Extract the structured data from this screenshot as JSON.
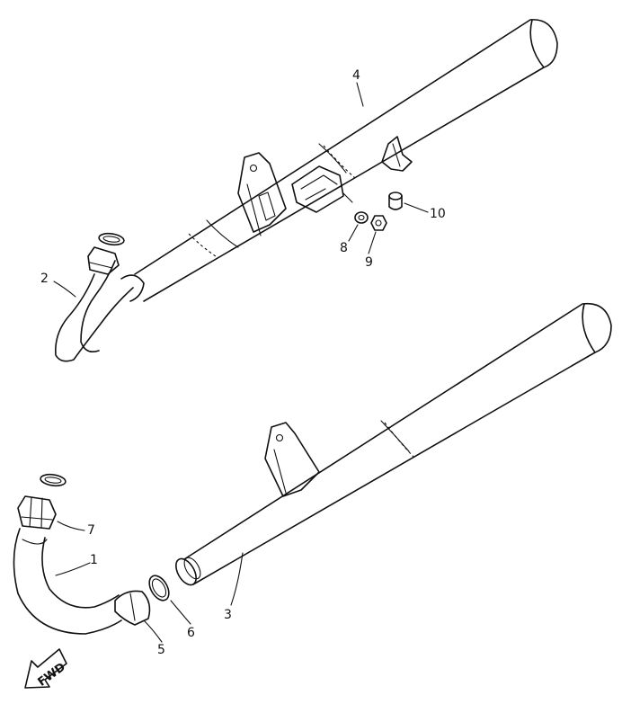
{
  "diagram": {
    "labels": {
      "p1": "1",
      "p2": "2",
      "p3": "3",
      "p4": "4",
      "p5": "5",
      "p6": "6",
      "p7": "7",
      "p8": "8",
      "p9": "9",
      "p10": "10"
    },
    "direction_marker": "FWD"
  }
}
